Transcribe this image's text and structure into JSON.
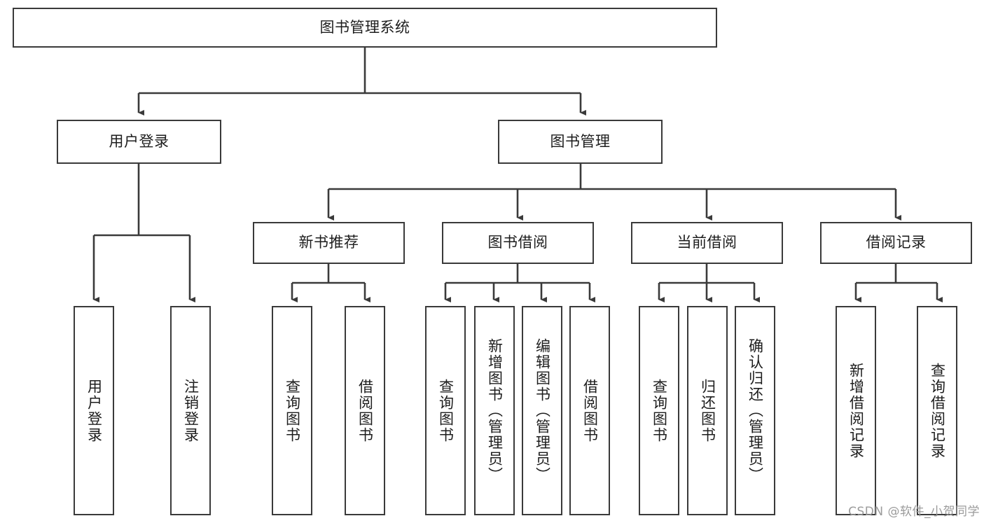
{
  "diagram": {
    "title": "图书管理系统",
    "type": "tree-hierarchy-chart",
    "line_color": "#3a3a3a",
    "box_fill": "#ffffff",
    "text_color": "#1d1d1d",
    "watermark": "CSDN @软件_小贺同学",
    "levels": {
      "root": {
        "label": "图书管理系统"
      },
      "level2": [
        {
          "label": "用户登录"
        },
        {
          "label": "图书管理"
        }
      ],
      "level3": [
        {
          "label": "新书推荐"
        },
        {
          "label": "图书借阅"
        },
        {
          "label": "当前借阅"
        },
        {
          "label": "借阅记录"
        }
      ],
      "leaves": {
        "user_login": [
          {
            "label": "用户登录"
          },
          {
            "label": "注销登录"
          }
        ],
        "new_book_recommend": [
          {
            "label": "查询图书"
          },
          {
            "label": "借阅图书"
          }
        ],
        "book_borrow": [
          {
            "label": "查询图书"
          },
          {
            "label": "新增图书（管理员）"
          },
          {
            "label": "编辑图书（管理员）"
          },
          {
            "label": "借阅图书"
          }
        ],
        "current_borrow": [
          {
            "label": "查询图书"
          },
          {
            "label": "归还图书"
          },
          {
            "label": "确认归还（管理员）"
          }
        ],
        "borrow_record": [
          {
            "label": "新增借阅记录"
          },
          {
            "label": "查询借阅记录"
          }
        ]
      }
    }
  }
}
